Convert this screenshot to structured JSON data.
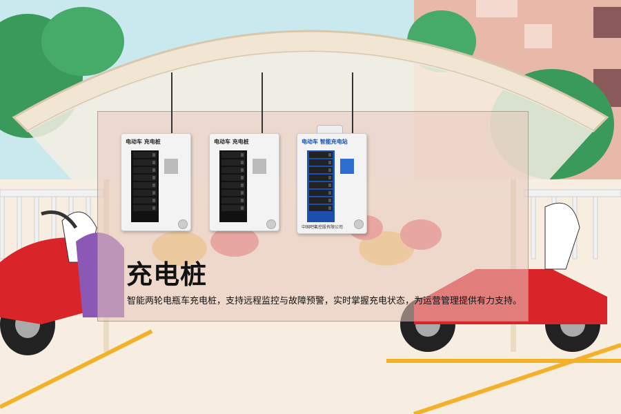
{
  "card": {
    "title": "充电桩",
    "description": "智能两轮电瓶车充电桩，支持远程监控与故障预警，实时掌握充电状态，为运营管理提供有力支持。"
  },
  "devices": [
    {
      "brand_label": "电动车 充电桩",
      "footer": ""
    },
    {
      "brand_label": "电动车 充电桩",
      "footer": ""
    },
    {
      "brand_label": "电动车 智能充电站",
      "footer": "中国吧氟控股有限公司"
    }
  ],
  "colors": {
    "panel_tint": "#e8c6bc",
    "canopy": "#f1e6d4",
    "tree_green": "#3a9a5b",
    "scooter_red": "#d9252a",
    "yellow_line": "#f2b12b",
    "sky_blue": "#bfe6ef"
  }
}
